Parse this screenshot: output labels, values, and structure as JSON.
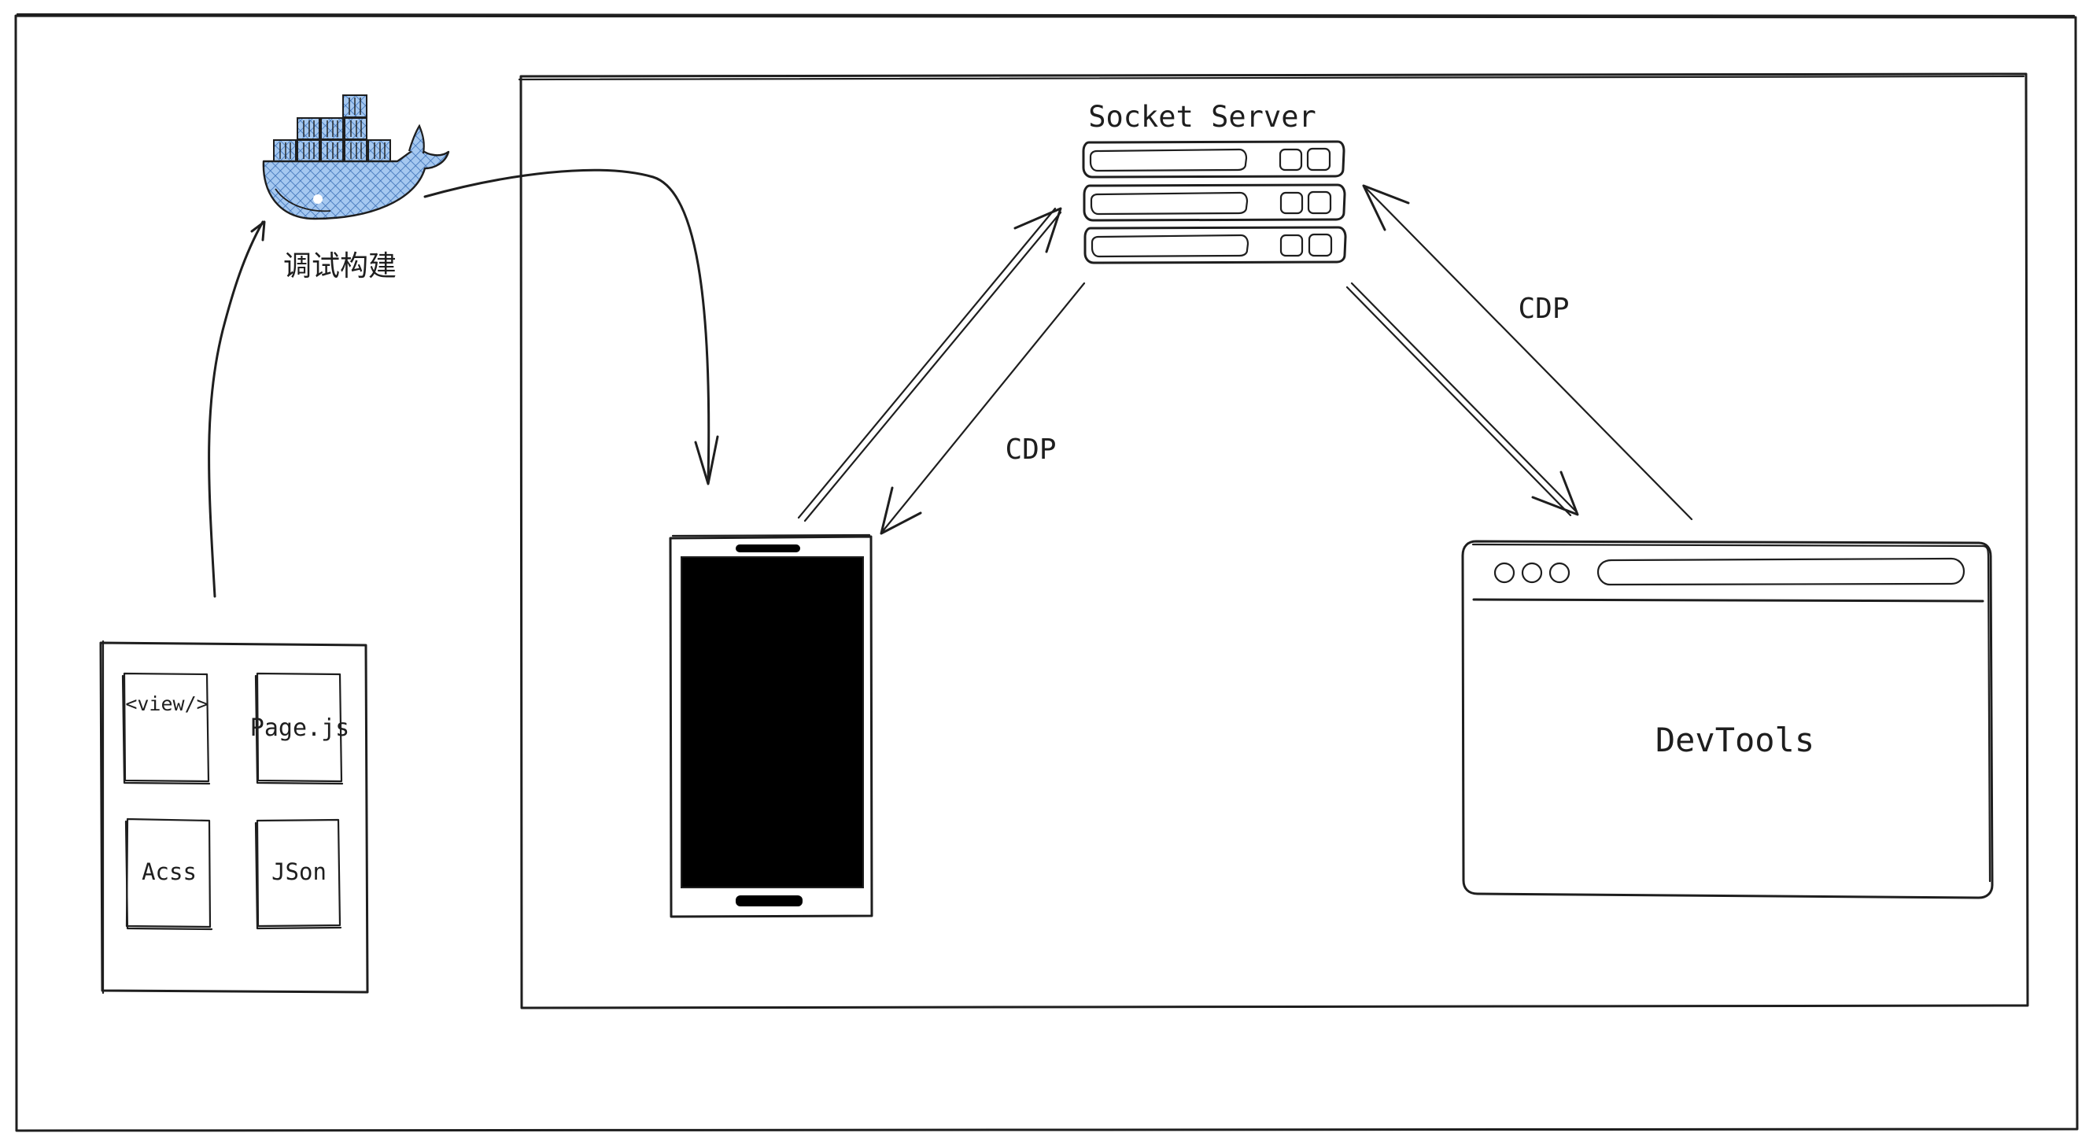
{
  "labels": {
    "socket_server": "Socket Server",
    "debug_build": "调试构建",
    "cdp_left": "CDP",
    "cdp_right": "CDP",
    "devtools": "DevTools"
  },
  "files": [
    {
      "name": "<view/>"
    },
    {
      "name": "Page.js"
    },
    {
      "name": "Acss"
    },
    {
      "name": "JSon"
    }
  ],
  "colors": {
    "stroke": "#1e1e1e",
    "docker_fill": "#a5c8f0",
    "docker_hatch": "#3b6fb6",
    "phone_screen": "#000000",
    "background": "#ffffff"
  },
  "icons": {
    "docker": "docker-whale-icon",
    "server": "server-rack-icon",
    "phone": "mobile-phone-icon",
    "browser": "browser-window-icon"
  }
}
